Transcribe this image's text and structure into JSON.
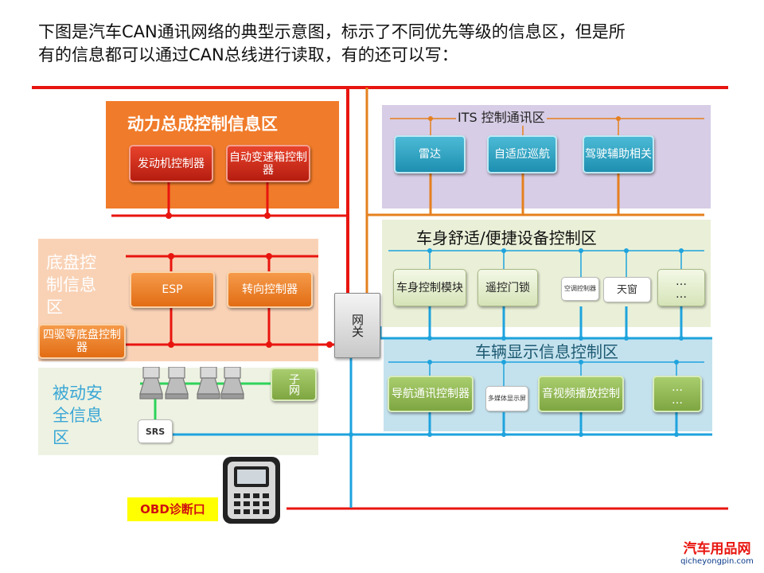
{
  "intro": {
    "line1": "下图是汽车CAN通讯网络的典型示意图，标示了不同优先等级的信息区，但是所",
    "line2": "有的信息都可以通过CAN总线进行读取，有的还可以写："
  },
  "zones": {
    "powertrain": {
      "title": "动力总成控制信息区",
      "nodes": [
        {
          "label": "发动机控制器"
        },
        {
          "label": "自动变速箱控制器"
        }
      ]
    },
    "its": {
      "title": "ITS 控制通讯区",
      "nodes": [
        {
          "label": "雷达"
        },
        {
          "label": "自适应巡航"
        },
        {
          "label": "驾驶辅助相关"
        }
      ]
    },
    "chassis": {
      "title": "底盘控制信息区",
      "nodes": [
        {
          "label": "ESP"
        },
        {
          "label": "转向控制器"
        },
        {
          "label": "四驱等底盘控制器"
        }
      ]
    },
    "comfort": {
      "title": "车身舒适/便捷设备控制区",
      "nodes": [
        {
          "label": "车身控制模块"
        },
        {
          "label": "遥控门锁"
        },
        {
          "label": "空调控制器"
        },
        {
          "label": "天窗"
        },
        {
          "label": "…\n…"
        }
      ]
    },
    "display": {
      "title": "车辆显示信息控制区",
      "nodes": [
        {
          "label": "导航通讯控制器"
        },
        {
          "label": "多媒体显示屏"
        },
        {
          "label": "音视频播放控制"
        },
        {
          "label": "…\n…"
        }
      ]
    },
    "passive": {
      "title": "被动安全信息区",
      "nodes": [
        {
          "label": "子网"
        },
        {
          "label": "SRS"
        }
      ]
    }
  },
  "gateway": {
    "label": "网关"
  },
  "obd": {
    "label": "OBD诊断口"
  },
  "watermark": {
    "title": "汽车用品网",
    "url": "qicheyongpin.com"
  },
  "colors": {
    "high_bus": "#e8150f",
    "mid_bus": "#e5801f",
    "low_bus": "#1ea3dd",
    "sub_bus": "#2ed35a",
    "powertrain_bg": "#f07b2a",
    "its_bg": "#d7cde6",
    "chassis_bg": "#f9d2b6",
    "comfort_bg": "#eaf0d8",
    "display_bg": "#c4e2ee",
    "passive_bg": "#eef2e2",
    "obd_bg": "#ffff00"
  }
}
